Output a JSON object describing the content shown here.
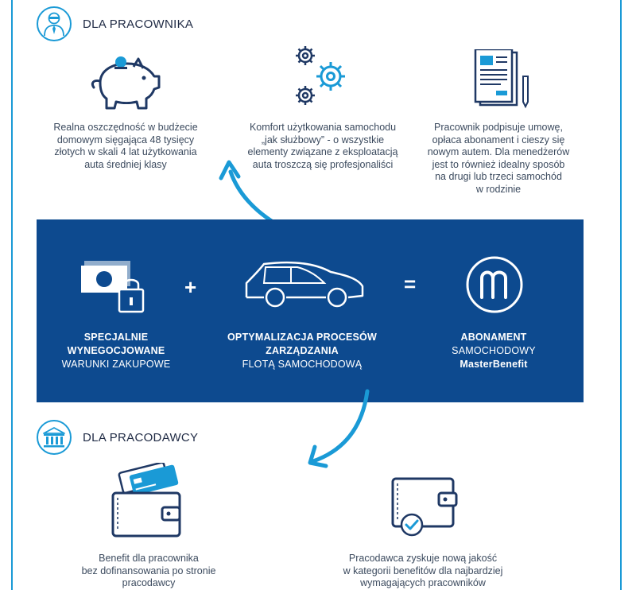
{
  "sections": {
    "employee": {
      "title": "DLA PRACOWNIKA",
      "benefits": [
        {
          "icon": "piggy-bank-icon",
          "lines": [
            "Realna oszczędność w budżecie",
            "domowym sięgająca 48 tysięcy",
            "złotych w skali 4 lat użytkowania",
            "auta średniej klasy"
          ]
        },
        {
          "icon": "gears-icon",
          "lines": [
            "Komfort użytkowania samochodu",
            "„jak służbowy” - o wszystkie",
            "elementy związane z eksploatacją",
            "auta troszczą się profesjonaliści"
          ]
        },
        {
          "icon": "contract-document-icon",
          "lines": [
            "Pracownik podpisuje umowę,",
            "opłaca abonament i cieszy się",
            "nowym autem. Dla menedżerów",
            "jest to również idealny sposób",
            "na drugi lub trzeci samochód",
            "w rodzinie"
          ]
        }
      ]
    },
    "formula": {
      "plus": "+",
      "equals": "=",
      "terms": [
        {
          "icon": "cash-lock-icon",
          "bold1": "SPECJALNIE",
          "bold2": "WYNEGOCJOWANE",
          "normal1": "WARUNKI ZAKUPOWE"
        },
        {
          "icon": "car-icon",
          "bold1": "OPTYMALIZACJA PROCESÓW",
          "bold2": "ZARZĄDZANIA",
          "normal1": "FLOTĄ SAMOCHODOWĄ"
        },
        {
          "icon": "masterlease-logo-icon",
          "bold1": "ABONAMENT",
          "normal1": "SAMOCHODOWY",
          "bold2": "MasterBenefit"
        }
      ]
    },
    "employer": {
      "title": "DLA PRACODAWCY",
      "benefits": [
        {
          "icon": "wallet-cards-icon",
          "lines": [
            "Benefit dla pracownika",
            "bez dofinansowania po stronie",
            "pracodawcy"
          ]
        },
        {
          "icon": "wallet-check-icon",
          "lines": [
            "Pracodawca zyskuje nową jakość",
            "w kategorii benefitów dla najbardziej",
            "wymagających pracowników"
          ]
        }
      ]
    }
  },
  "colors": {
    "accent": "#1a9ad6",
    "panel": "#0d4a8f",
    "icon_navy": "#1f3864",
    "text": "#3b4a5e"
  }
}
